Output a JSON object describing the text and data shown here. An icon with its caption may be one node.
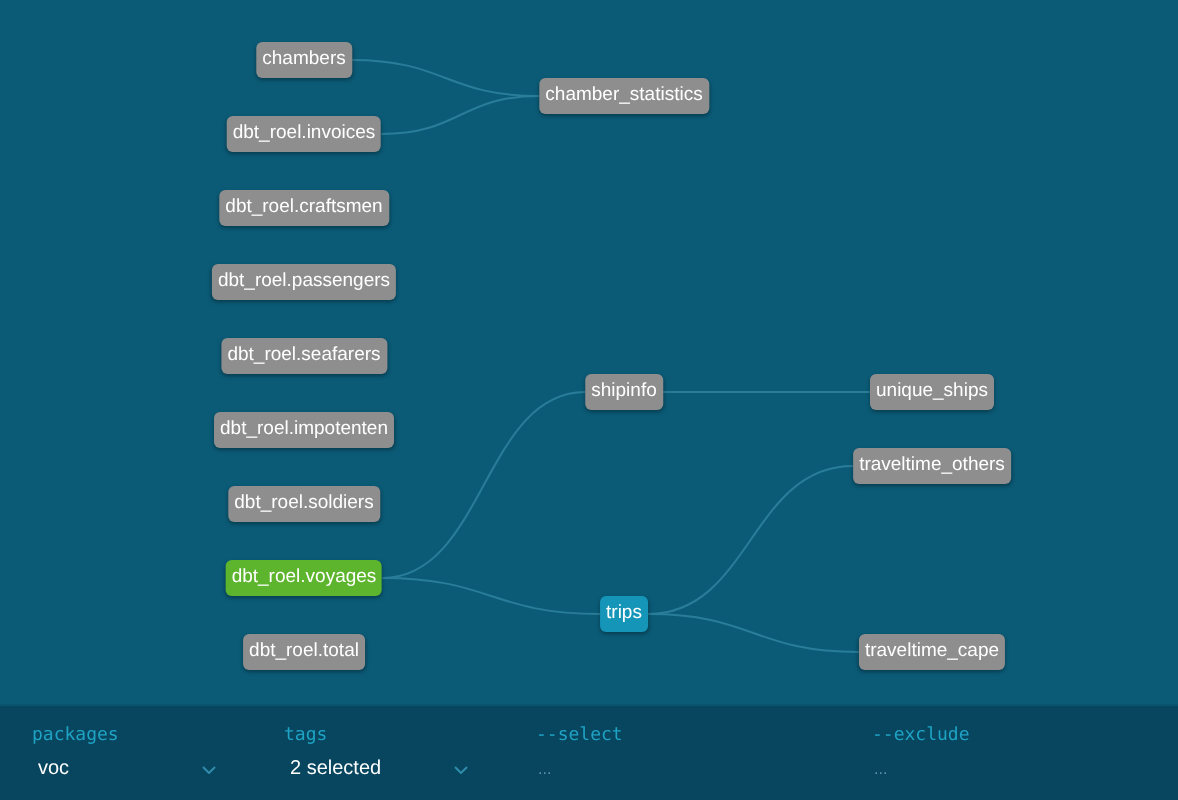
{
  "diagram": {
    "nodes": [
      {
        "text": [
          "chambers"
        ]
      },
      {
        "text": [
          "chamber_statistics"
        ]
      },
      {
        "text": [
          "dbt_roel.invoices"
        ]
      },
      {
        "text": [
          "dbt_roel.craftsmen"
        ]
      },
      {
        "text": [
          "dbt_roel.passengers"
        ]
      },
      {
        "text": [
          "dbt_roel.seafarers"
        ]
      },
      {
        "text": [
          "shipinfo"
        ]
      },
      {
        "text": [
          "unique_ships"
        ]
      },
      {
        "text": [
          "dbt_roel.impotenten"
        ]
      },
      {
        "text": [
          "traveltime_others"
        ]
      },
      {
        "text": [
          "dbt_roel.soldiers"
        ]
      },
      {
        "text": [
          "dbt_roel.voyages"
        ]
      },
      {
        "text": [
          "trips"
        ]
      },
      {
        "text": [
          "dbt_roel.total"
        ]
      },
      {
        "text": [
          "traveltime_cape"
        ]
      }
    ],
    "edges": [
      {
        "from": 0,
        "to": 1,
        "arrow": "none"
      },
      {
        "from": 2,
        "to": 1,
        "arrow": "none"
      },
      {
        "from": 11,
        "to": 6,
        "arrow": "none"
      },
      {
        "from": 11,
        "to": 12,
        "arrow": "none"
      },
      {
        "from": 6,
        "to": 7,
        "arrow": "none"
      },
      {
        "from": 12,
        "to": 9,
        "arrow": "none"
      },
      {
        "from": 12,
        "to": 14,
        "arrow": "none"
      }
    ],
    "labels": [
      "packages",
      "tags",
      "--select",
      "--exclude",
      "voc",
      "2 selected",
      "...",
      "..."
    ]
  }
}
